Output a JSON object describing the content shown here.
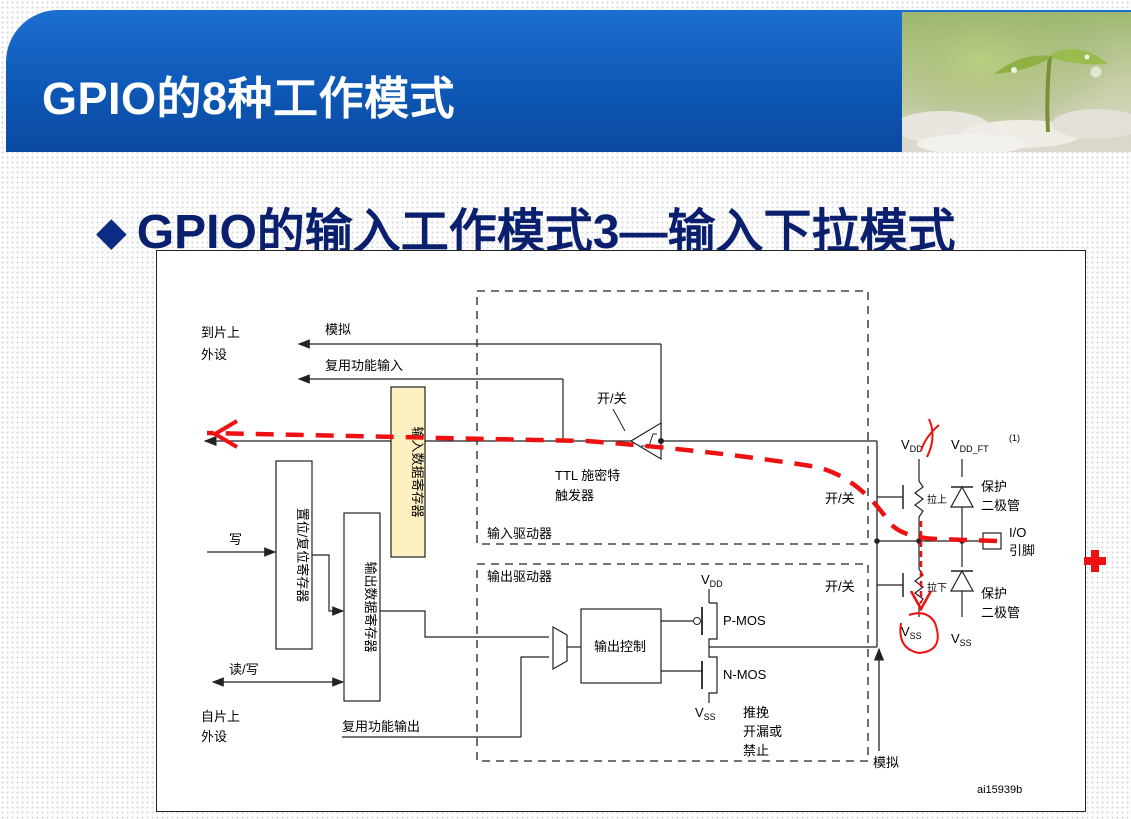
{
  "header": {
    "title": "GPIO的8种工作模式"
  },
  "slide": {
    "subtitle_symbol": "◆",
    "subtitle": "GPIO的输入工作模式3—输入下拉模式"
  },
  "diagram": {
    "to_onchip": "到片上",
    "peripheral": "外设",
    "analog": "模拟",
    "alt_in": "复用功能输入",
    "input_data_reg": "输入数据寄存器",
    "onoff": "开/关",
    "ttl": "TTL 施密特",
    "trigger": "触发器",
    "input_driver": "输入驱动器",
    "output_driver": "输出驱动器",
    "set_reset_reg": "置位/复位寄存器",
    "output_data_reg": "输出数据寄存器",
    "write": "写",
    "read_write": "读/写",
    "from_onchip": "自片上",
    "alt_out": "复用功能输出",
    "output_ctrl": "输出控制",
    "vdd": "V",
    "vdd_sub": "DD",
    "vss": "V",
    "vss_sub": "SS",
    "pmos": "P-MOS",
    "nmos": "N-MOS",
    "vdd_ft": "V",
    "vdd_ft_sub": "DD_FT",
    "footnote": "(1)",
    "pull_up": "拉上",
    "pull_down": "拉下",
    "protect": "保护",
    "diode": "二极管",
    "io": "I/O",
    "pin": "引脚",
    "push_pull": "推挽",
    "open_drain": "开漏或",
    "disabled": "禁止",
    "ref": "ai15939b"
  },
  "colors": {
    "banner_blue": "#0e58b6",
    "subtitle_navy": "#0a1f6e",
    "annotation_red": "#ee1111",
    "register_fill": "#fdf1c2"
  }
}
